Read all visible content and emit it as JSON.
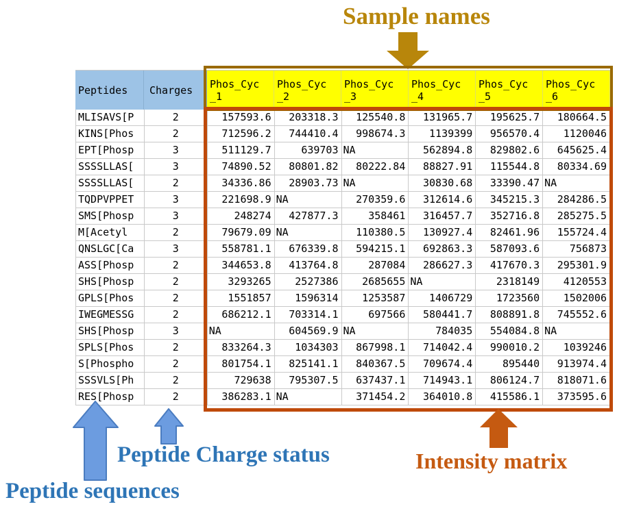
{
  "annotations": {
    "sample_names": {
      "label": "Sample names"
    },
    "peptide_charge_status": {
      "label": "Peptide Charge status"
    },
    "peptide_sequences": {
      "label": "Peptide sequences"
    },
    "intensity_matrix": {
      "label": "Intensity matrix"
    }
  },
  "colors": {
    "gold": "#b8860b",
    "gold_border": "#9a6a00",
    "blue_text": "#2e75b6",
    "blue_arrow_fill": "#6c9ce0",
    "blue_arrow_stroke": "#4a7cc0",
    "orange": "#c55a11",
    "matrix_border": "#bf4a0a",
    "header_blue": "#9dc3e6",
    "header_yellow": "#ffff00",
    "grid_line": "#c9c9c9",
    "yellow_grid": "#e0e060"
  },
  "table": {
    "peptides_header": "Peptides",
    "charges_header": "Charges",
    "sample_columns": [
      {
        "line1": "Phos_Cyc",
        "line2": "_1"
      },
      {
        "line1": "Phos_Cyc",
        "line2": "_2"
      },
      {
        "line1": "Phos_Cyc",
        "line2": "_3"
      },
      {
        "line1": "Phos_Cyc",
        "line2": "_4"
      },
      {
        "line1": "Phos_Cyc",
        "line2": "_5"
      },
      {
        "line1": "Phos_Cyc",
        "line2": "_6"
      }
    ],
    "rows": [
      {
        "peptide": "MLISAVS[P",
        "charge": "2",
        "values": [
          "157593.6",
          "203318.3",
          "125540.8",
          "131965.7",
          "195625.7",
          "180664.5"
        ]
      },
      {
        "peptide": "KINS[Phos",
        "charge": "2",
        "values": [
          "712596.2",
          "744410.4",
          "998674.3",
          "1139399",
          "956570.4",
          "1120046"
        ]
      },
      {
        "peptide": "EPT[Phosp",
        "charge": "3",
        "values": [
          "511129.7",
          "639703",
          "NA",
          "562894.8",
          "829802.6",
          "645625.4"
        ]
      },
      {
        "peptide": "SSSSLLAS[",
        "charge": "3",
        "values": [
          "74890.52",
          "80801.82",
          "80222.84",
          "88827.91",
          "115544.8",
          "80334.69"
        ]
      },
      {
        "peptide": "SSSSLLAS[",
        "charge": "2",
        "values": [
          "34336.86",
          "28903.73",
          "NA",
          "30830.68",
          "33390.47",
          "NA"
        ]
      },
      {
        "peptide": "TQDPVPPET",
        "charge": "3",
        "values": [
          "221698.9",
          "NA",
          "270359.6",
          "312614.6",
          "345215.3",
          "284286.5"
        ]
      },
      {
        "peptide": "SMS[Phosp",
        "charge": "3",
        "values": [
          "248274",
          "427877.3",
          "358461",
          "316457.7",
          "352716.8",
          "285275.5"
        ]
      },
      {
        "peptide": "M[Acetyl",
        "charge": "2",
        "values": [
          "79679.09",
          "NA",
          "110380.5",
          "130927.4",
          "82461.96",
          "155724.4"
        ]
      },
      {
        "peptide": "QNSLGC[Ca",
        "charge": "3",
        "values": [
          "558781.1",
          "676339.8",
          "594215.1",
          "692863.3",
          "587093.6",
          "756873"
        ]
      },
      {
        "peptide": "ASS[Phosp",
        "charge": "2",
        "values": [
          "344653.8",
          "413764.8",
          "287084",
          "286627.3",
          "417670.3",
          "295301.9"
        ]
      },
      {
        "peptide": "SHS[Phosp",
        "charge": "2",
        "values": [
          "3293265",
          "2527386",
          "2685655",
          "NA",
          "2318149",
          "4120553"
        ]
      },
      {
        "peptide": "GPLS[Phos",
        "charge": "2",
        "values": [
          "1551857",
          "1596314",
          "1253587",
          "1406729",
          "1723560",
          "1502006"
        ]
      },
      {
        "peptide": "IWEGMESSG",
        "charge": "2",
        "values": [
          "686212.1",
          "703314.1",
          "697566",
          "580441.7",
          "808891.8",
          "745552.6"
        ]
      },
      {
        "peptide": "SHS[Phosp",
        "charge": "3",
        "values": [
          "NA",
          "604569.9",
          "NA",
          "784035",
          "554084.8",
          "NA"
        ]
      },
      {
        "peptide": "SPLS[Phos",
        "charge": "2",
        "values": [
          "833264.3",
          "1034303",
          "867998.1",
          "714042.4",
          "990010.2",
          "1039246"
        ]
      },
      {
        "peptide": "S[Phospho",
        "charge": "2",
        "values": [
          "801754.1",
          "825141.1",
          "840367.5",
          "709674.4",
          "895440",
          "913974.4"
        ]
      },
      {
        "peptide": "SSSVLS[Ph",
        "charge": "2",
        "values": [
          "729638",
          "795307.5",
          "637437.1",
          "714943.1",
          "806124.7",
          "818071.6"
        ]
      },
      {
        "peptide": "RES[Phosp",
        "charge": "2",
        "values": [
          "386283.1",
          "NA",
          "371454.2",
          "364010.8",
          "415586.1",
          "373595.6"
        ]
      }
    ]
  }
}
